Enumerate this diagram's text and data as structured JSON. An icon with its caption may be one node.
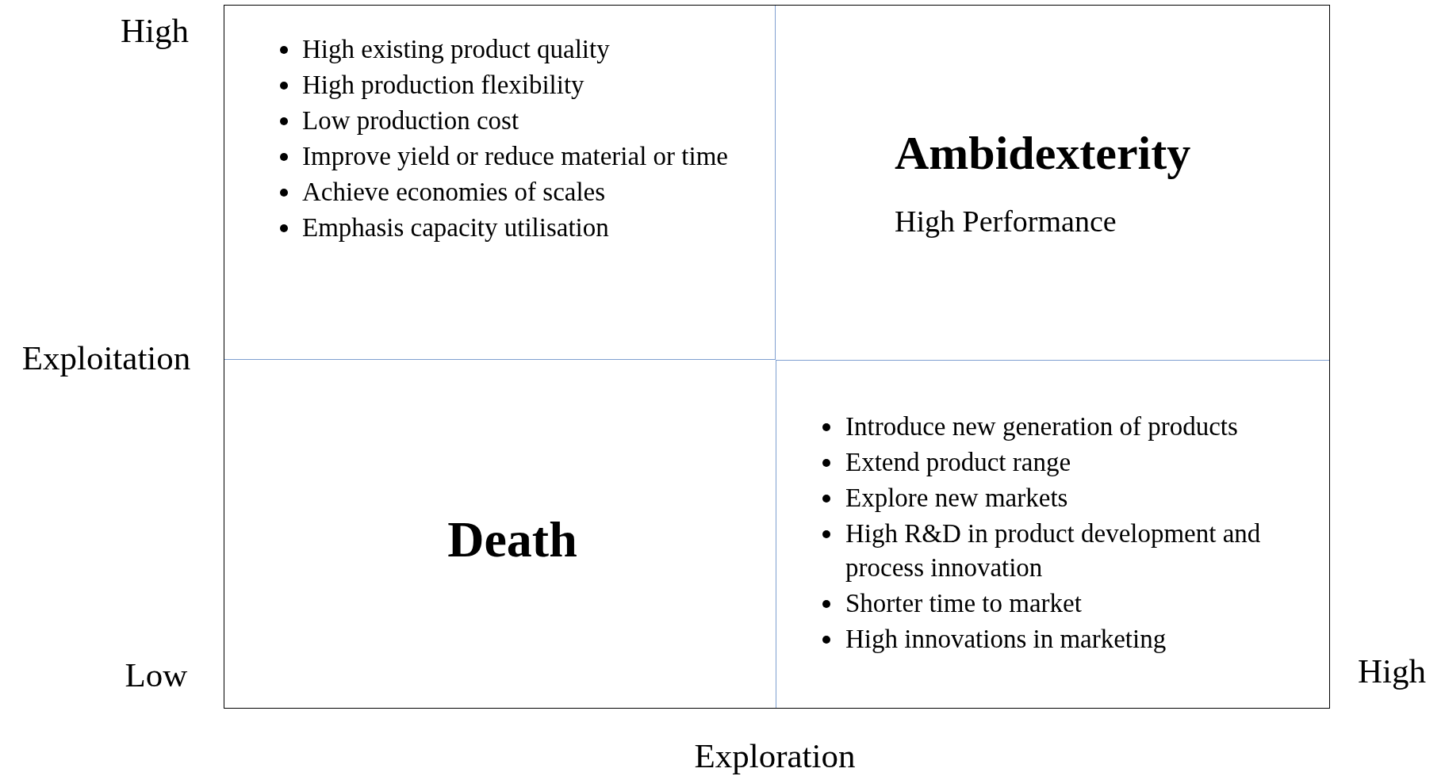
{
  "diagram": {
    "nodes": [
      {
        "text": [
          "High existing product quality",
          "High production flexibility",
          "Low production cost",
          "Improve yield or reduce material or time",
          "Achieve economies of scales",
          "Emphasis capacity utilisation"
        ]
      },
      {
        "text": [
          "Ambidexterity",
          "High Performance"
        ]
      },
      {
        "text": [
          "Death"
        ]
      },
      {
        "text": [
          "Introduce new generation of products",
          "Extend product range",
          "Explore new markets",
          "High R&D in product development and process innovation",
          "Shorter time to market",
          "High innovations in marketing"
        ]
      }
    ],
    "edges": [],
    "labels": [
      "High",
      "Exploitation",
      "Low",
      "High",
      "Exploration"
    ]
  }
}
